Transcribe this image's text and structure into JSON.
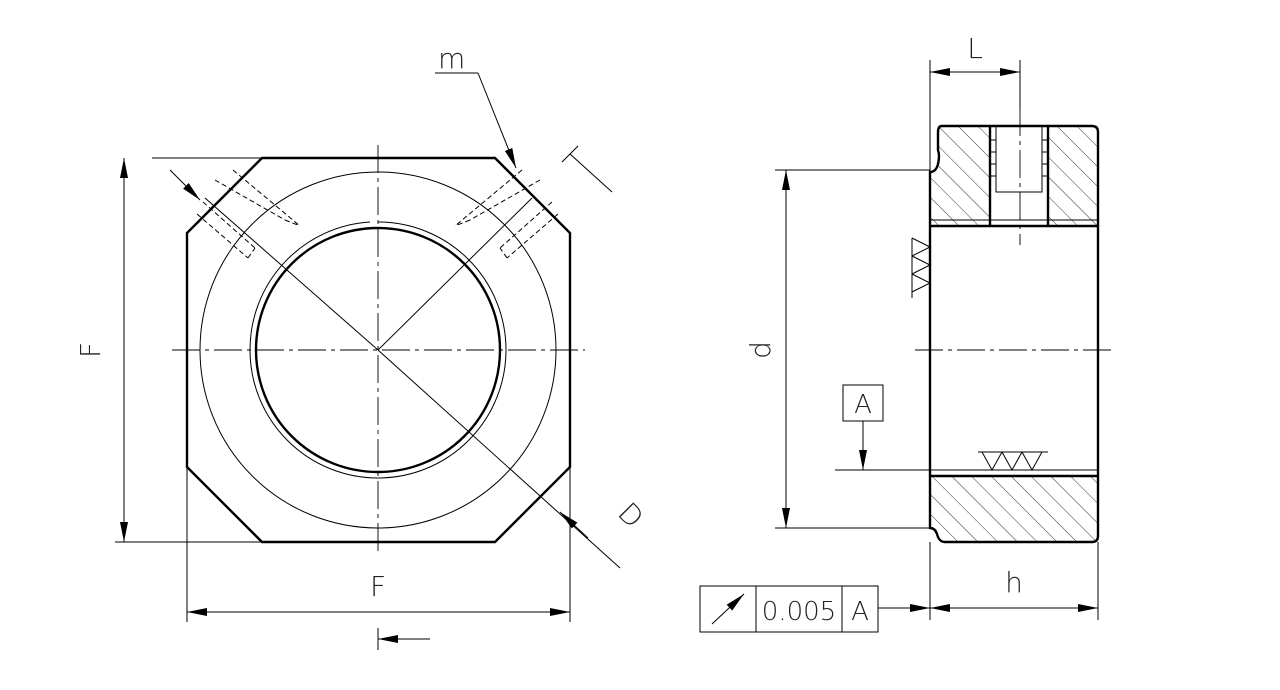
{
  "labels": {
    "m": "m",
    "F_left": "F",
    "F_bottom": "F",
    "D": "D",
    "L": "L",
    "d": "d",
    "h": "h",
    "datum": "A"
  },
  "tolerance_frame": {
    "value": "0.005",
    "datum": "A"
  },
  "colors": {
    "line": "#000000",
    "background": "#ffffff"
  }
}
